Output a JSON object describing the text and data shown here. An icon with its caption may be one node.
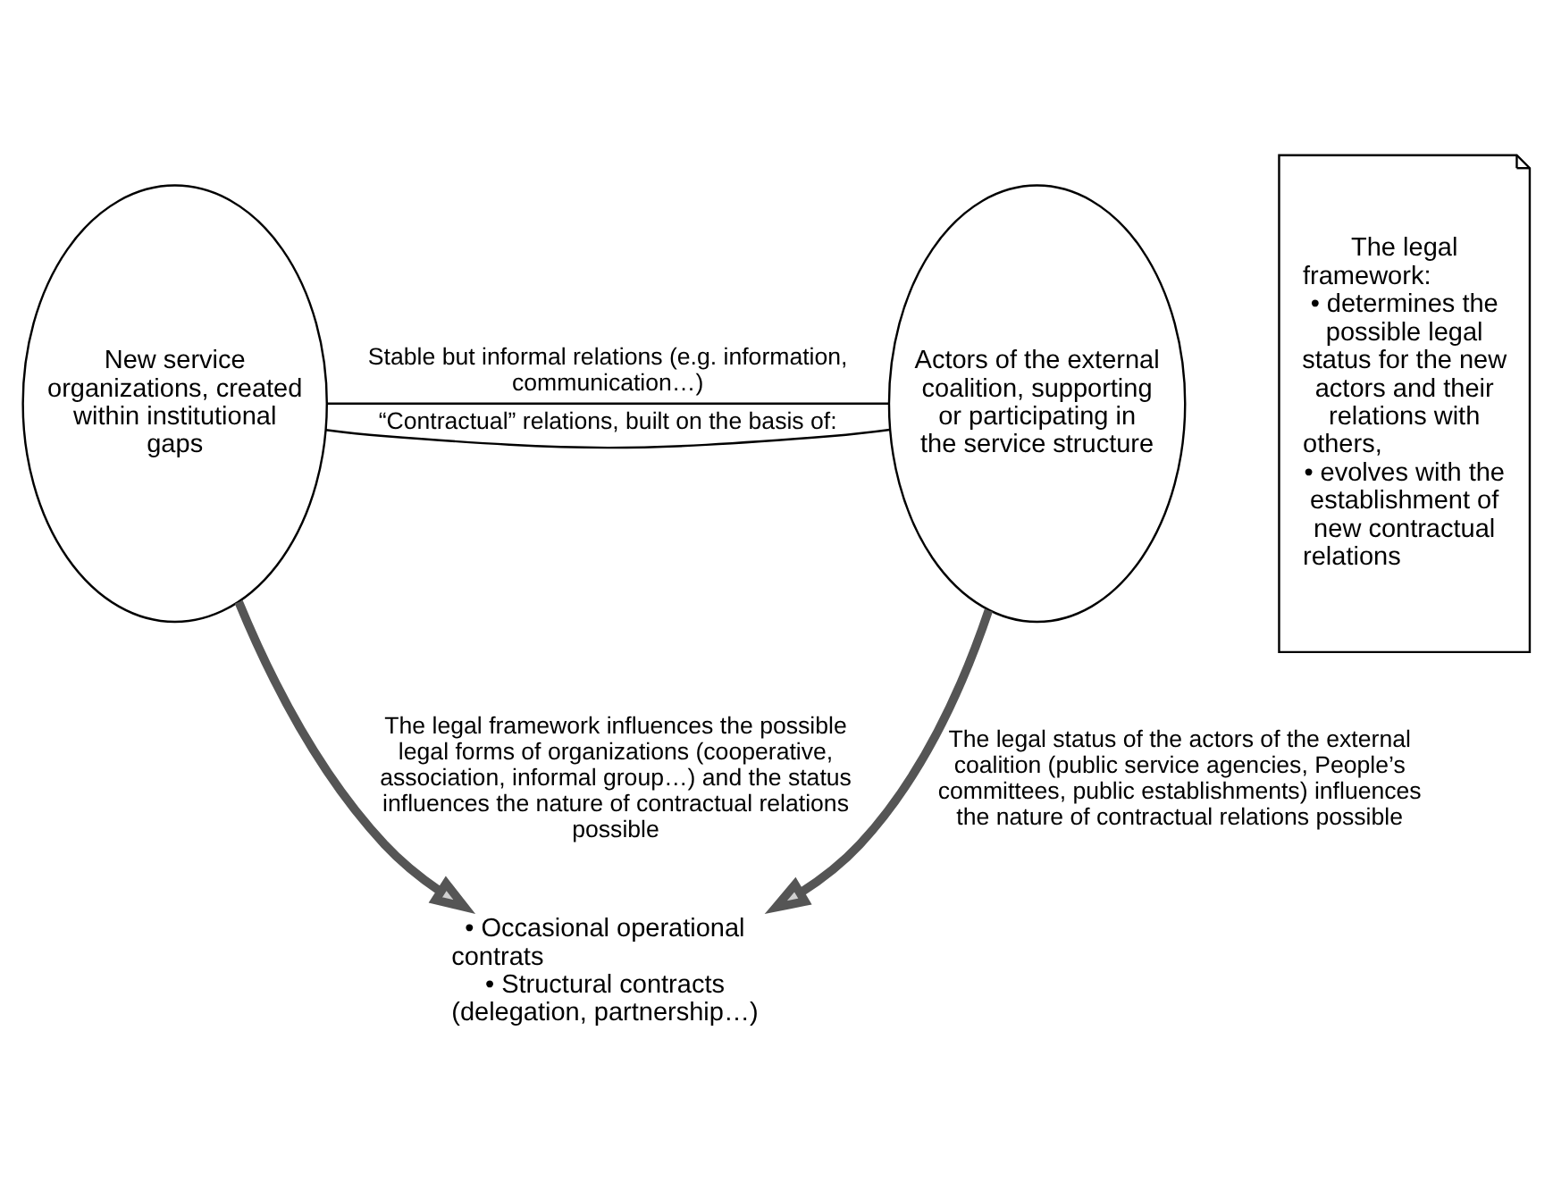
{
  "diagram": {
    "nodes": [
      {
        "text": [
          "New service organizations, created within institutional gaps"
        ]
      },
      {
        "text": [
          "Actors of the external coalition, supporting or participating in the service structure"
        ]
      },
      {
        "text": [
          "The legal framework:",
          "• determines the possible legal status for the new actors and their relations with others,",
          "• evolves with the establishment of new contractual relations"
        ]
      },
      {
        "text": [
          "• Occasional operational contrats",
          "• Structural contracts (delegation, partnership…)"
        ]
      }
    ],
    "edges": [
      {
        "from": 0,
        "to": 1,
        "arrow": "none",
        "label": "Stable but informal relations (e.g. information, communication…)"
      },
      {
        "from": 0,
        "to": 1,
        "arrow": "none",
        "label": "“Contractual” relations, built on the basis of:"
      },
      {
        "from": 0,
        "to": 3,
        "arrow": "to",
        "style": "thick",
        "label": "The legal framework influences the possible legal forms of organizations (cooperative, association, informal group…) and the status influences the nature of contractual relations possible"
      },
      {
        "from": 1,
        "to": 3,
        "arrow": "to",
        "style": "thick",
        "label": "The legal status of the actors of the external coalition (public service agencies, People’s committees, public establishments) influences the nature of contractual relations possible"
      }
    ]
  }
}
